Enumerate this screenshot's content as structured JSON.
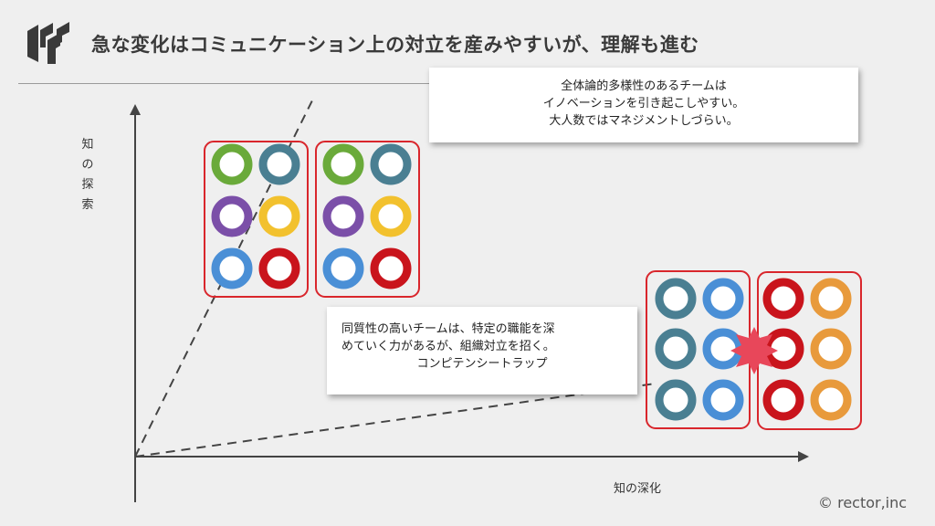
{
  "title": "急な変化はコミュニケーション上の対立を産みやすいが、理解も進む",
  "callout_top": {
    "lines": [
      "全体論的多様性のあるチームは",
      "イノベーションを引き起こしやすい。",
      "大人数ではマネジメントしづらい。"
    ]
  },
  "callout_bottom": {
    "lines": [
      "同質性の高いチームは、特定の職能を深",
      "めていく力があるが、組織対立を招く。",
      "コンピテンシートラップ"
    ]
  },
  "y_axis_label": [
    "知",
    "の",
    "探",
    "索"
  ],
  "x_axis_label": "知の深化",
  "copyright": "© rector,inc",
  "colors": {
    "green": "#6aaa3a",
    "teal": "#4a7f92",
    "purple": "#7b4fa8",
    "yellow": "#f2c12e",
    "blue": "#4a8fd6",
    "red": "#c9141c",
    "orange": "#e89a3c",
    "frame": "#d9262c",
    "burst": "#e8475a"
  },
  "teams": [
    {
      "name": "diverse-team-a",
      "rows": [
        [
          "green",
          "teal"
        ],
        [
          "purple",
          "yellow"
        ],
        [
          "blue",
          "red"
        ]
      ]
    },
    {
      "name": "diverse-team-b",
      "rows": [
        [
          "green",
          "teal"
        ],
        [
          "purple",
          "yellow"
        ],
        [
          "blue",
          "red"
        ]
      ]
    },
    {
      "name": "homogeneous-team-a",
      "rows": [
        [
          "teal",
          "blue"
        ],
        [
          "teal",
          "blue"
        ],
        [
          "teal",
          "blue"
        ]
      ]
    },
    {
      "name": "homogeneous-team-b",
      "rows": [
        [
          "red",
          "orange"
        ],
        [
          "red",
          "orange"
        ],
        [
          "red",
          "orange"
        ]
      ]
    }
  ]
}
